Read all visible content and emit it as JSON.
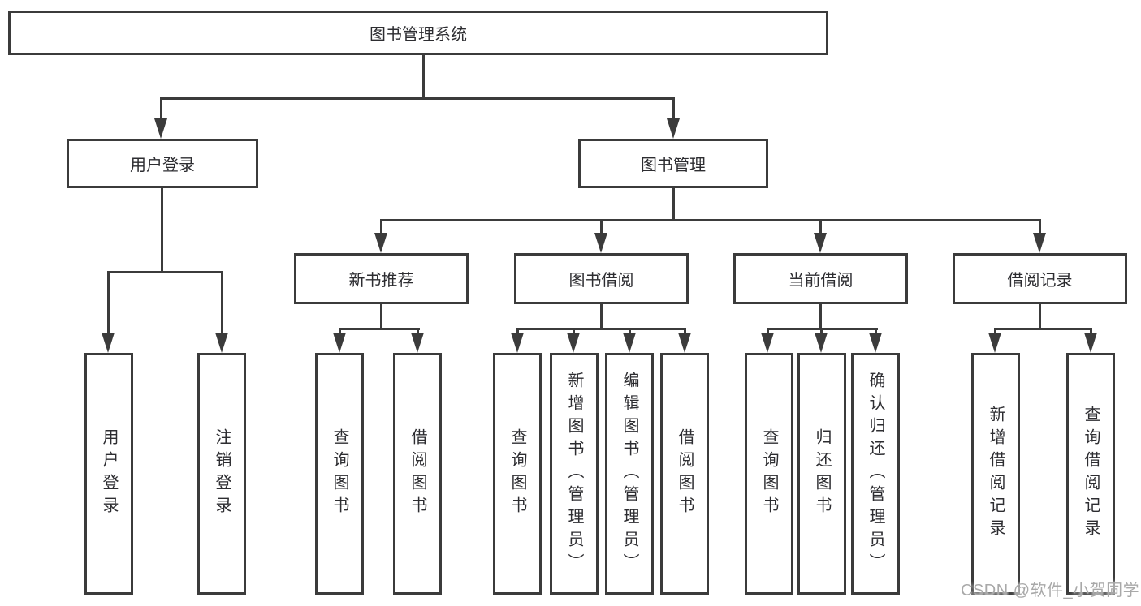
{
  "tree": {
    "root": "图书管理系统",
    "branches": [
      {
        "label": "用户登录",
        "leaves": [
          "用户登录",
          "注销登录"
        ]
      },
      {
        "label": "图书管理",
        "groups": [
          {
            "label": "新书推荐",
            "leaves": [
              "查询图书",
              "借阅图书"
            ]
          },
          {
            "label": "图书借阅",
            "leaves": [
              "查询图书",
              "新增图书（管理员）",
              "编辑图书（管理员）",
              "借阅图书"
            ]
          },
          {
            "label": "当前借阅",
            "leaves": [
              "查询图书",
              "归还图书",
              "确认归还（管理员）"
            ]
          },
          {
            "label": "借阅记录",
            "leaves": [
              "新增借阅记录",
              "查询借阅记录"
            ]
          }
        ]
      }
    ]
  },
  "watermark": "CSDN @软件_小贺同学",
  "colors": {
    "line": "#3b3b3b",
    "text": "#2d2d31",
    "watermark": "#a9a9a9",
    "background": "#ffffff"
  }
}
